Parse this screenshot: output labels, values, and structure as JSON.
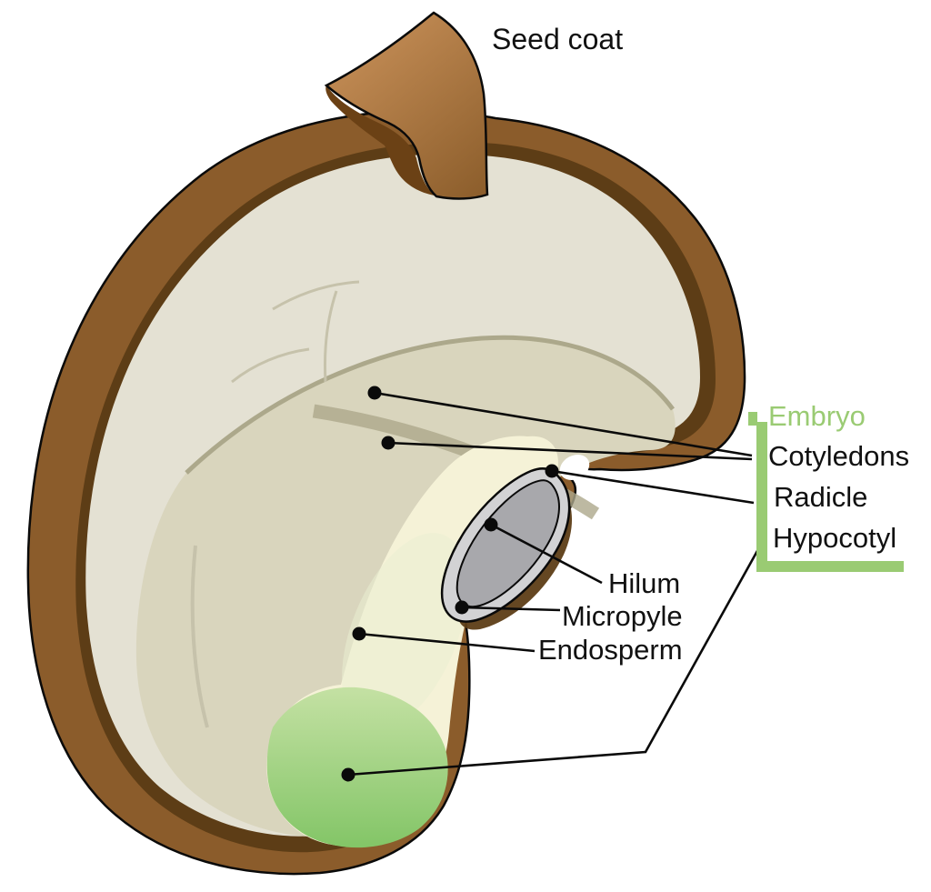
{
  "labels": {
    "seed_coat": "Seed coat",
    "embryo": "Embryo",
    "cotyledons": "Cotyledons",
    "radicle": "Radicle",
    "hypocotyl": "Hypocotyl",
    "hilum": "Hilum",
    "micropyle": "Micropyle",
    "endosperm": "Endosperm"
  },
  "colors": {
    "seed_coat_brown": "#8B5C2B",
    "seed_coat_dark": "#5D3D16",
    "flap_light": "#C28B54",
    "flap_dark": "#8A5C2A",
    "flap_underside": "#6B4115",
    "interior_cream": "#E4E1D3",
    "cotyledon_beige": "#D9D5BD",
    "seam_olive": "#ACA88B",
    "crack_olive": "#C6C2AB",
    "hypocotyl_yellow": "#F5F2D7",
    "radicle_green_light": "#C7E2A6",
    "radicle_green_dark": "#80C464",
    "pale_green": "#E9EFD2",
    "hilum_gray_outer": "#D2D2D4",
    "hilum_gray_inner": "#A8A8AC",
    "embryo_green": "#9ACB73",
    "leader_line": "#0a0a0a",
    "text_black": "#111111",
    "background": "#FFFFFF"
  }
}
